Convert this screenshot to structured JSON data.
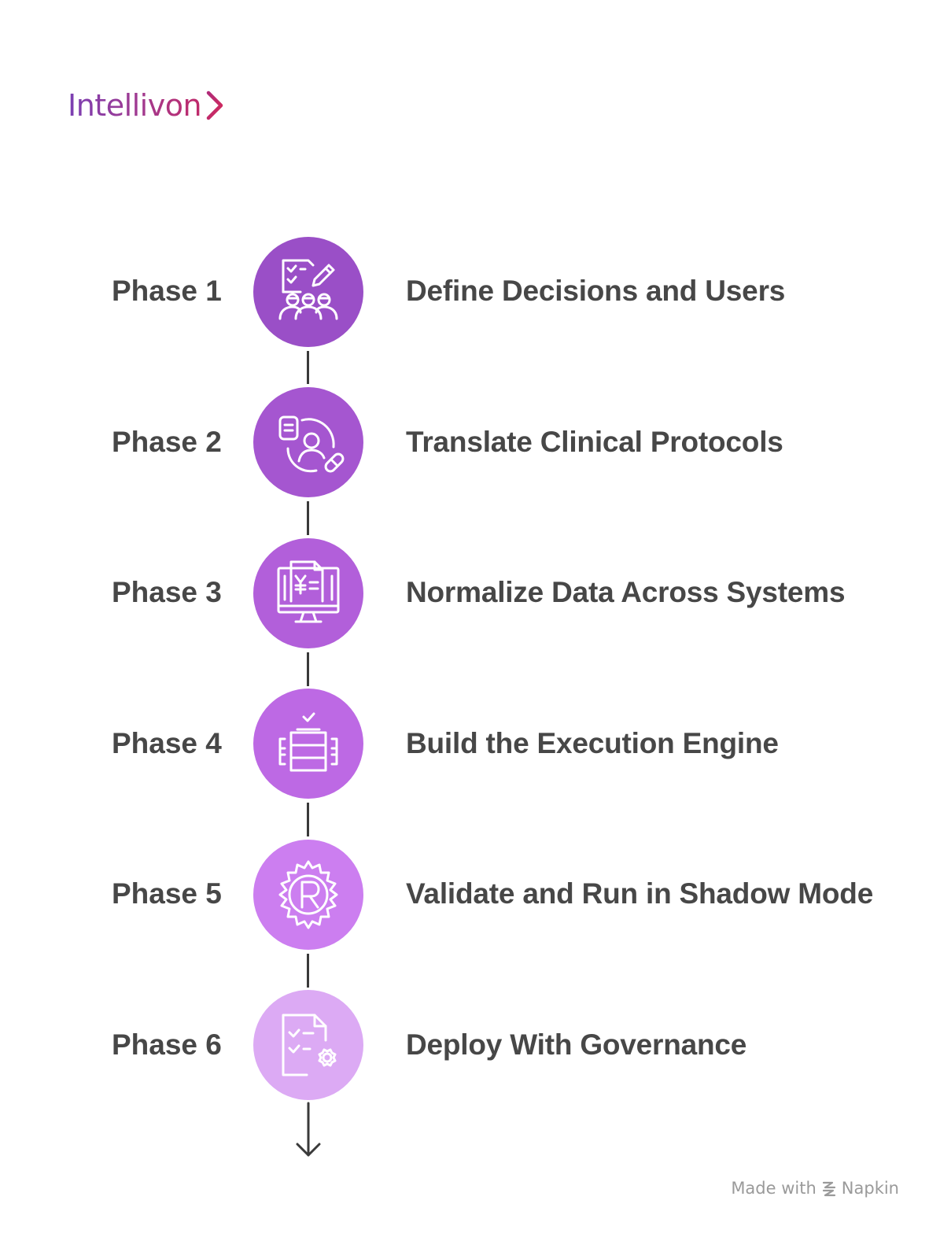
{
  "brand": {
    "name": "Intellivon",
    "logo_icon": "chevron-right-icon"
  },
  "phases": [
    {
      "label": "Phase 1",
      "title": "Define Decisions and Users",
      "icon": "checklist-team-icon",
      "color": "#9a4fc7"
    },
    {
      "label": "Phase 2",
      "title": "Translate Clinical Protocols",
      "icon": "patient-medication-icon",
      "color": "#a556d0"
    },
    {
      "label": "Phase 3",
      "title": "Normalize Data Across Systems",
      "icon": "monitor-data-icon",
      "color": "#b25fda"
    },
    {
      "label": "Phase 4",
      "title": "Build the Execution Engine",
      "icon": "engine-frame-icon",
      "color": "#bd69e4"
    },
    {
      "label": "Phase 5",
      "title": "Validate and Run in Shadow Mode",
      "icon": "gear-r-icon",
      "color": "#cc7ef0"
    },
    {
      "label": "Phase 6",
      "title": "Deploy With Governance",
      "icon": "document-gear-icon",
      "color": "#dcaaf4"
    }
  ],
  "footer": {
    "made_with": "Made with",
    "brand": "Napkin",
    "icon": "napkin-logo-icon"
  }
}
